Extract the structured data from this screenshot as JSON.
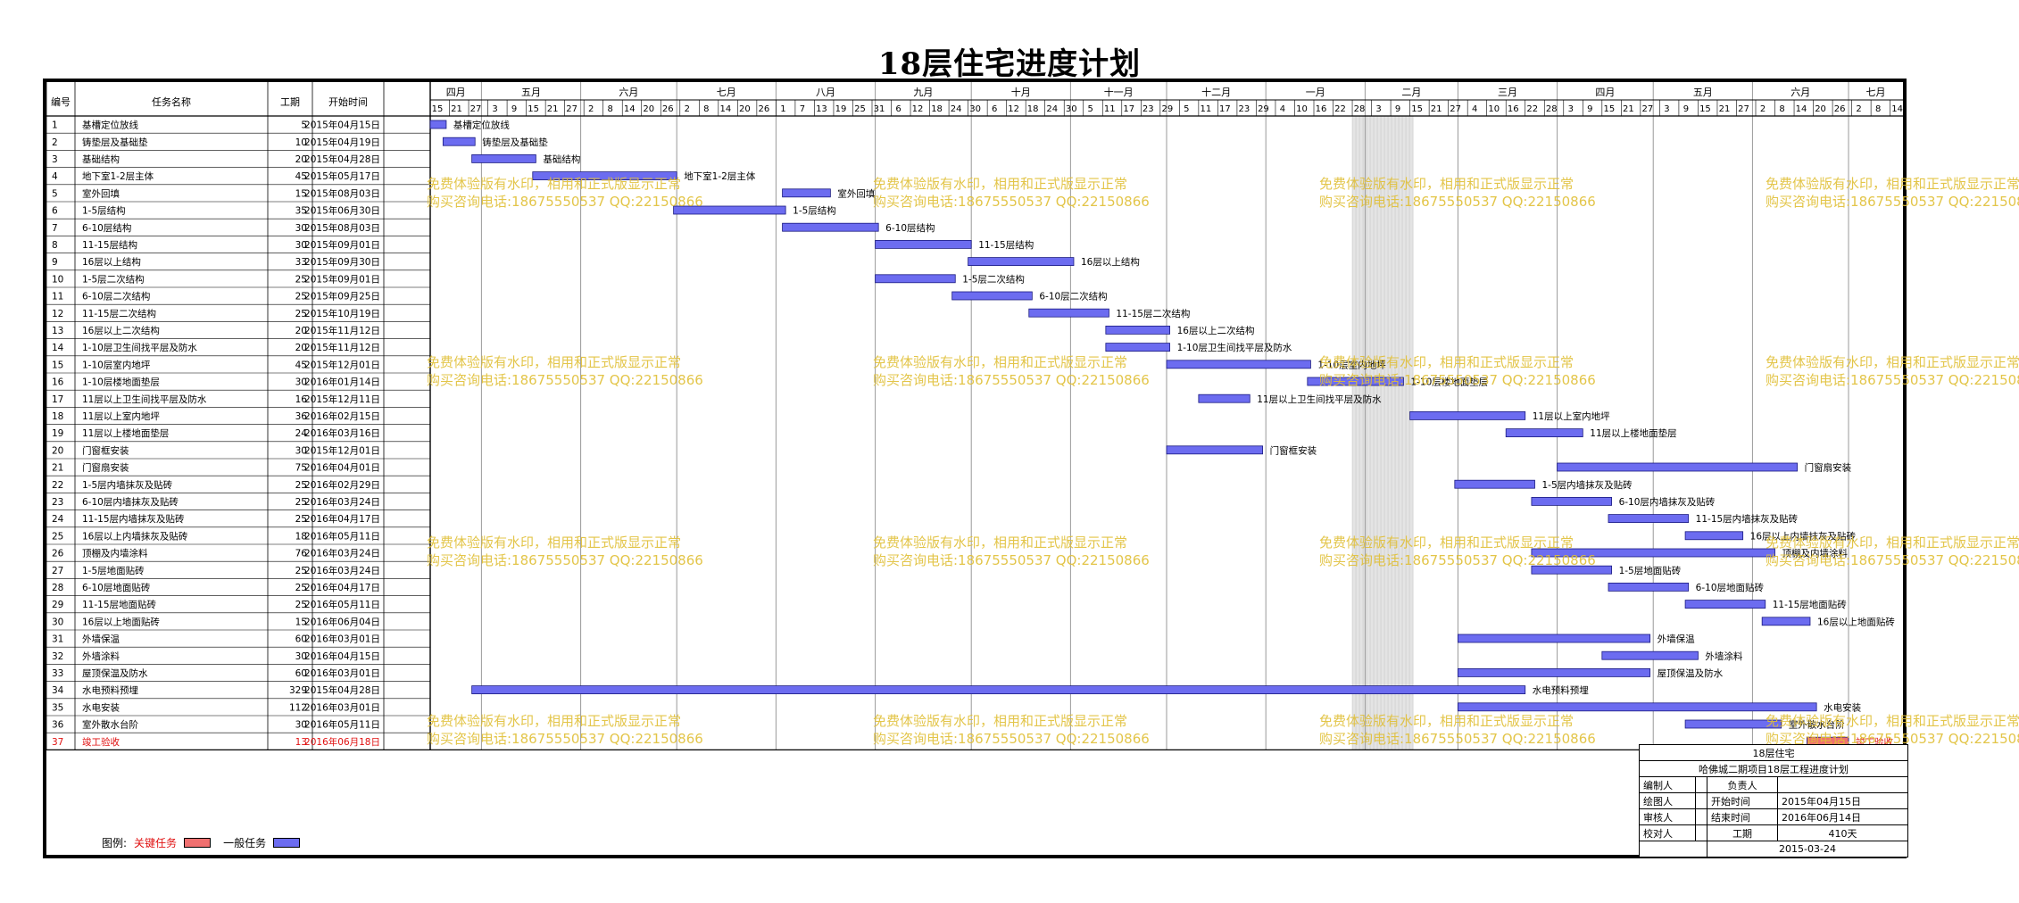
{
  "title": "18层住宅进度计划",
  "headers": {
    "no": "编号",
    "name": "任务名称",
    "duration": "工期",
    "start": "开始时间"
  },
  "timeline": {
    "months": [
      {
        "label": "四月",
        "start": "2015-04-15",
        "end": "2015-05-01"
      },
      {
        "label": "五月",
        "start": "2015-05-01",
        "end": "2015-06-01"
      },
      {
        "label": "六月",
        "start": "2015-06-01",
        "end": "2015-07-01"
      },
      {
        "label": "七月",
        "start": "2015-07-01",
        "end": "2015-08-01"
      },
      {
        "label": "八月",
        "start": "2015-08-01",
        "end": "2015-09-01"
      },
      {
        "label": "九月",
        "start": "2015-09-01",
        "end": "2015-10-01"
      },
      {
        "label": "十月",
        "start": "2015-10-01",
        "end": "2015-11-01"
      },
      {
        "label": "十一月",
        "start": "2015-11-01",
        "end": "2015-12-01"
      },
      {
        "label": "十二月",
        "start": "2015-12-01",
        "end": "2016-01-01"
      },
      {
        "label": "一月",
        "start": "2016-01-01",
        "end": "2016-02-01"
      },
      {
        "label": "二月",
        "start": "2016-02-01",
        "end": "2016-03-01"
      },
      {
        "label": "三月",
        "start": "2016-03-01",
        "end": "2016-04-01"
      },
      {
        "label": "四月",
        "start": "2016-04-01",
        "end": "2016-05-01"
      },
      {
        "label": "五月",
        "start": "2016-05-01",
        "end": "2016-06-01"
      },
      {
        "label": "六月",
        "start": "2016-06-01",
        "end": "2016-07-01"
      },
      {
        "label": "七月",
        "start": "2016-07-01",
        "end": "2016-07-18"
      }
    ],
    "ticks": [
      {
        "date": "2015-04-15",
        "label": "15"
      },
      {
        "date": "2015-04-21",
        "label": "21"
      },
      {
        "date": "2015-04-27",
        "label": "27"
      },
      {
        "date": "2015-05-03",
        "label": "3"
      },
      {
        "date": "2015-05-09",
        "label": "9"
      },
      {
        "date": "2015-05-15",
        "label": "15"
      },
      {
        "date": "2015-05-21",
        "label": "21"
      },
      {
        "date": "2015-05-27",
        "label": "27"
      },
      {
        "date": "2015-06-02",
        "label": "2"
      },
      {
        "date": "2015-06-08",
        "label": "8"
      },
      {
        "date": "2015-06-14",
        "label": "14"
      },
      {
        "date": "2015-06-20",
        "label": "20"
      },
      {
        "date": "2015-06-26",
        "label": "26"
      },
      {
        "date": "2015-07-02",
        "label": "2"
      },
      {
        "date": "2015-07-08",
        "label": "8"
      },
      {
        "date": "2015-07-14",
        "label": "14"
      },
      {
        "date": "2015-07-20",
        "label": "20"
      },
      {
        "date": "2015-07-26",
        "label": "26"
      },
      {
        "date": "2015-08-01",
        "label": "1"
      },
      {
        "date": "2015-08-07",
        "label": "7"
      },
      {
        "date": "2015-08-13",
        "label": "13"
      },
      {
        "date": "2015-08-19",
        "label": "19"
      },
      {
        "date": "2015-08-25",
        "label": "25"
      },
      {
        "date": "2015-08-31",
        "label": "31"
      },
      {
        "date": "2015-09-06",
        "label": "6"
      },
      {
        "date": "2015-09-12",
        "label": "12"
      },
      {
        "date": "2015-09-18",
        "label": "18"
      },
      {
        "date": "2015-09-24",
        "label": "24"
      },
      {
        "date": "2015-09-30",
        "label": "30"
      },
      {
        "date": "2015-10-06",
        "label": "6"
      },
      {
        "date": "2015-10-12",
        "label": "12"
      },
      {
        "date": "2015-10-18",
        "label": "18"
      },
      {
        "date": "2015-10-24",
        "label": "24"
      },
      {
        "date": "2015-10-30",
        "label": "30"
      },
      {
        "date": "2015-11-05",
        "label": "5"
      },
      {
        "date": "2015-11-11",
        "label": "11"
      },
      {
        "date": "2015-11-17",
        "label": "17"
      },
      {
        "date": "2015-11-23",
        "label": "23"
      },
      {
        "date": "2015-11-29",
        "label": "29"
      },
      {
        "date": "2015-12-05",
        "label": "5"
      },
      {
        "date": "2015-12-11",
        "label": "11"
      },
      {
        "date": "2015-12-17",
        "label": "17"
      },
      {
        "date": "2015-12-23",
        "label": "23"
      },
      {
        "date": "2015-12-29",
        "label": "29"
      },
      {
        "date": "2016-01-04",
        "label": "4"
      },
      {
        "date": "2016-01-10",
        "label": "10"
      },
      {
        "date": "2016-01-16",
        "label": "16"
      },
      {
        "date": "2016-01-22",
        "label": "22"
      },
      {
        "date": "2016-01-28",
        "label": "28"
      },
      {
        "date": "2016-02-03",
        "label": "3"
      },
      {
        "date": "2016-02-09",
        "label": "9"
      },
      {
        "date": "2016-02-15",
        "label": "15"
      },
      {
        "date": "2016-02-21",
        "label": "21"
      },
      {
        "date": "2016-02-27",
        "label": "27"
      },
      {
        "date": "2016-03-04",
        "label": "4"
      },
      {
        "date": "2016-03-10",
        "label": "10"
      },
      {
        "date": "2016-03-16",
        "label": "16"
      },
      {
        "date": "2016-03-22",
        "label": "22"
      },
      {
        "date": "2016-03-28",
        "label": "28"
      },
      {
        "date": "2016-04-03",
        "label": "3"
      },
      {
        "date": "2016-04-09",
        "label": "9"
      },
      {
        "date": "2016-04-15",
        "label": "15"
      },
      {
        "date": "2016-04-21",
        "label": "21"
      },
      {
        "date": "2016-04-27",
        "label": "27"
      },
      {
        "date": "2016-05-03",
        "label": "3"
      },
      {
        "date": "2016-05-09",
        "label": "9"
      },
      {
        "date": "2016-05-15",
        "label": "15"
      },
      {
        "date": "2016-05-21",
        "label": "21"
      },
      {
        "date": "2016-05-27",
        "label": "27"
      },
      {
        "date": "2016-06-02",
        "label": "2"
      },
      {
        "date": "2016-06-08",
        "label": "8"
      },
      {
        "date": "2016-06-14",
        "label": "14"
      },
      {
        "date": "2016-06-20",
        "label": "20"
      },
      {
        "date": "2016-06-26",
        "label": "26"
      },
      {
        "date": "2016-07-02",
        "label": "2"
      },
      {
        "date": "2016-07-08",
        "label": "8"
      },
      {
        "date": "2016-07-14",
        "label": "14"
      }
    ],
    "holiday_shading": {
      "start": "2016-01-28",
      "end": "2016-02-16"
    }
  },
  "chart_data": {
    "type": "gantt",
    "title": "18层住宅进度计划",
    "x_range": [
      "2015-04-15",
      "2016-07-18"
    ],
    "tasks": [
      {
        "no": "1",
        "name": "基槽定位放线",
        "duration": 5,
        "start": "2015-04-15",
        "critical": false
      },
      {
        "no": "2",
        "name": "铸垫层及基础垫",
        "duration": 10,
        "start": "2015-04-19",
        "critical": false
      },
      {
        "no": "3",
        "name": "基础结构",
        "duration": 20,
        "start": "2015-04-28",
        "critical": false
      },
      {
        "no": "4",
        "name": "地下室1-2层主体",
        "duration": 45,
        "start": "2015-05-17",
        "critical": false
      },
      {
        "no": "5",
        "name": "室外回填",
        "duration": 15,
        "start": "2015-08-03",
        "critical": false
      },
      {
        "no": "6",
        "name": "1-5层结构",
        "duration": 35,
        "start": "2015-06-30",
        "critical": false
      },
      {
        "no": "7",
        "name": "6-10层结构",
        "duration": 30,
        "start": "2015-08-03",
        "critical": false
      },
      {
        "no": "8",
        "name": "11-15层结构",
        "duration": 30,
        "start": "2015-09-01",
        "critical": false
      },
      {
        "no": "9",
        "name": "16层以上结构",
        "duration": 33,
        "start": "2015-09-30",
        "critical": false
      },
      {
        "no": "10",
        "name": "1-5层二次结构",
        "duration": 25,
        "start": "2015-09-01",
        "critical": false
      },
      {
        "no": "11",
        "name": "6-10层二次结构",
        "duration": 25,
        "start": "2015-09-25",
        "critical": false
      },
      {
        "no": "12",
        "name": "11-15层二次结构",
        "duration": 25,
        "start": "2015-10-19",
        "critical": false
      },
      {
        "no": "13",
        "name": "16层以上二次结构",
        "duration": 20,
        "start": "2015-11-12",
        "critical": false
      },
      {
        "no": "14",
        "name": "1-10层卫生间找平层及防水",
        "duration": 20,
        "start": "2015-11-12",
        "critical": false
      },
      {
        "no": "15",
        "name": "1-10层室内地坪",
        "duration": 45,
        "start": "2015-12-01",
        "critical": false
      },
      {
        "no": "16",
        "name": "1-10层楼地面垫层",
        "duration": 30,
        "start": "2016-01-14",
        "critical": false
      },
      {
        "no": "17",
        "name": "11层以上卫生间找平层及防水",
        "duration": 16,
        "start": "2015-12-11",
        "critical": false
      },
      {
        "no": "18",
        "name": "11层以上室内地坪",
        "duration": 36,
        "start": "2016-02-15",
        "critical": false
      },
      {
        "no": "19",
        "name": "11层以上楼地面垫层",
        "duration": 24,
        "start": "2016-03-16",
        "critical": false
      },
      {
        "no": "20",
        "name": "门窗框安装",
        "duration": 30,
        "start": "2015-12-01",
        "critical": false
      },
      {
        "no": "21",
        "name": "门窗扇安装",
        "duration": 75,
        "start": "2016-04-01",
        "critical": false
      },
      {
        "no": "22",
        "name": "1-5层内墙抹灰及贴砖",
        "duration": 25,
        "start": "2016-02-29",
        "critical": false
      },
      {
        "no": "23",
        "name": "6-10层内墙抹灰及贴砖",
        "duration": 25,
        "start": "2016-03-24",
        "critical": false
      },
      {
        "no": "24",
        "name": "11-15层内墙抹灰及贴砖",
        "duration": 25,
        "start": "2016-04-17",
        "critical": false
      },
      {
        "no": "25",
        "name": "16层以上内墙抹灰及贴砖",
        "duration": 18,
        "start": "2016-05-11",
        "critical": false
      },
      {
        "no": "26",
        "name": "顶棚及内墙涂料",
        "duration": 76,
        "start": "2016-03-24",
        "critical": false
      },
      {
        "no": "27",
        "name": "1-5层地面贴砖",
        "duration": 25,
        "start": "2016-03-24",
        "critical": false
      },
      {
        "no": "28",
        "name": "6-10层地面贴砖",
        "duration": 25,
        "start": "2016-04-17",
        "critical": false
      },
      {
        "no": "29",
        "name": "11-15层地面贴砖",
        "duration": 25,
        "start": "2016-05-11",
        "critical": false
      },
      {
        "no": "30",
        "name": "16层以上地面贴砖",
        "duration": 15,
        "start": "2016-06-04",
        "critical": false
      },
      {
        "no": "31",
        "name": "外墙保温",
        "duration": 60,
        "start": "2016-03-01",
        "critical": false
      },
      {
        "no": "32",
        "name": "外墙涂料",
        "duration": 30,
        "start": "2016-04-15",
        "critical": false
      },
      {
        "no": "33",
        "name": "屋顶保温及防水",
        "duration": 60,
        "start": "2016-03-01",
        "critical": false
      },
      {
        "no": "34",
        "name": "水电预料预埋",
        "duration": 329,
        "start": "2015-04-28",
        "critical": false
      },
      {
        "no": "35",
        "name": "水电安装",
        "duration": 112,
        "start": "2016-03-01",
        "critical": false
      },
      {
        "no": "36",
        "name": "室外散水台阶",
        "duration": 30,
        "start": "2016-05-11",
        "critical": false
      },
      {
        "no": "37",
        "name": "竣工验收",
        "duration": 13,
        "start": "2016-06-18",
        "critical": true
      }
    ],
    "legend": {
      "critical": "关键任务",
      "normal": "一般任务"
    }
  },
  "date_suffix": {
    "year": "年",
    "month": "月",
    "day": "日"
  },
  "colors": {
    "normal_bar": "#6c6cf0",
    "critical_bar": "#f07070",
    "critical_text": "#e01010",
    "grid": "#000000",
    "watermark": "#e0bf36"
  },
  "legend_label": "图例:",
  "watermark": {
    "line1": "免费体验版有水印，相用和正式版显示正常",
    "line2": "购买咨询电话:18675550537 QQ:22150866"
  },
  "info": {
    "project": "18层住宅",
    "plan_name": "哈佛城二期项目18层工程进度计划",
    "editor_label": "编制人",
    "responsible_label": "负责人",
    "drawer_label": "绘图人",
    "start_label": "开始时间",
    "start_value": "2015年04月15日",
    "reviewer_label": "审核人",
    "end_label": "结束时间",
    "end_value": "2016年06月14日",
    "checker_label": "校对人",
    "duration_label": "工期",
    "duration_value": "410天",
    "date": "2015-03-24"
  }
}
